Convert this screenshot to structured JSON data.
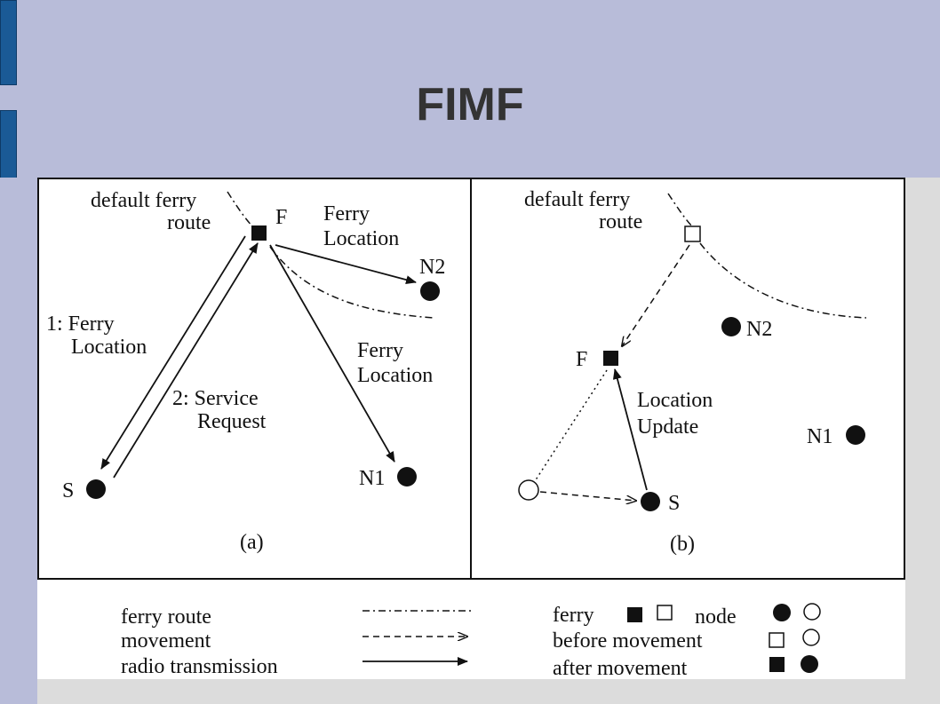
{
  "slide": {
    "title": "FIMF"
  },
  "panel_a": {
    "route_label_1": "default ferry",
    "route_label_2": "route",
    "ferry_label": "F",
    "msg_n2_1": "Ferry",
    "msg_n2_2": "Location",
    "msg_s1_1": "1: Ferry",
    "msg_s1_2": "Location",
    "msg_s2_1": "2: Service",
    "msg_s2_2": "Request",
    "msg_n1_1": "Ferry",
    "msg_n1_2": "Location",
    "node_n2": "N2",
    "node_n1": "N1",
    "node_s": "S",
    "caption": "(a)"
  },
  "panel_b": {
    "route_label_1": "default ferry",
    "route_label_2": "route",
    "ferry_label": "F",
    "node_n2": "N2",
    "node_n1": "N1",
    "node_s": "S",
    "update_1": "Location",
    "update_2": "Update",
    "caption": "(b)"
  },
  "legend": {
    "ferry_route": "ferry route",
    "movement": "movement",
    "radio_transmission": "radio transmission",
    "ferry": "ferry",
    "node": "node",
    "before_movement": "before movement",
    "after_movement": "after movement"
  },
  "colors": {
    "header_background": "#b8bcd9",
    "side_tab": "#1a5a96",
    "title_text": "#333333"
  }
}
